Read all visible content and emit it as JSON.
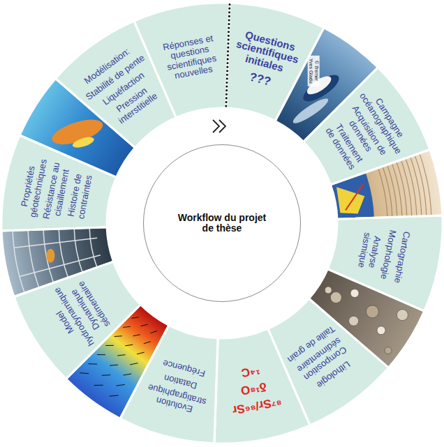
{
  "diagram": {
    "nodes": [
      {
        "text": [
          "Workflow du projet de thèse"
        ]
      },
      {
        "text": [
          "Questions scientifiques initiales",
          "???"
        ]
      },
      {
        "text": [
          "Campagne océanographique",
          "Acquisition de données",
          "Traitement de données"
        ]
      },
      {
        "text": [
          "Cartographie",
          "Morphologie",
          "Analyse sismique"
        ]
      },
      {
        "text": [
          "Lithologie",
          "Composition sédimentaire",
          "Taille de grain"
        ]
      },
      {
        "text": [
          "⁸⁷Sr/⁸⁶Sr",
          "δ¹⁸O",
          "¹⁴C"
        ]
      },
      {
        "text": [
          "Evolution stratigraphique",
          "Datation",
          "Fréquence"
        ]
      },
      {
        "text": [
          "Model hydrodynamique",
          "Dynamique sédimentaire"
        ]
      },
      {
        "text": [
          "Propriétés géotechniques",
          "Résistance au cisaillement",
          "Histoire de contraintes"
        ]
      },
      {
        "text": [
          "Modélisation:",
          "Stabilité de pente",
          "Liquéfaction",
          "Pression interstitielle"
        ]
      },
      {
        "text": [
          "Réponses et questions scientifiques nouvelles"
        ]
      }
    ],
    "labels": [
      "© Ifremer Yves Gladu"
    ]
  }
}
